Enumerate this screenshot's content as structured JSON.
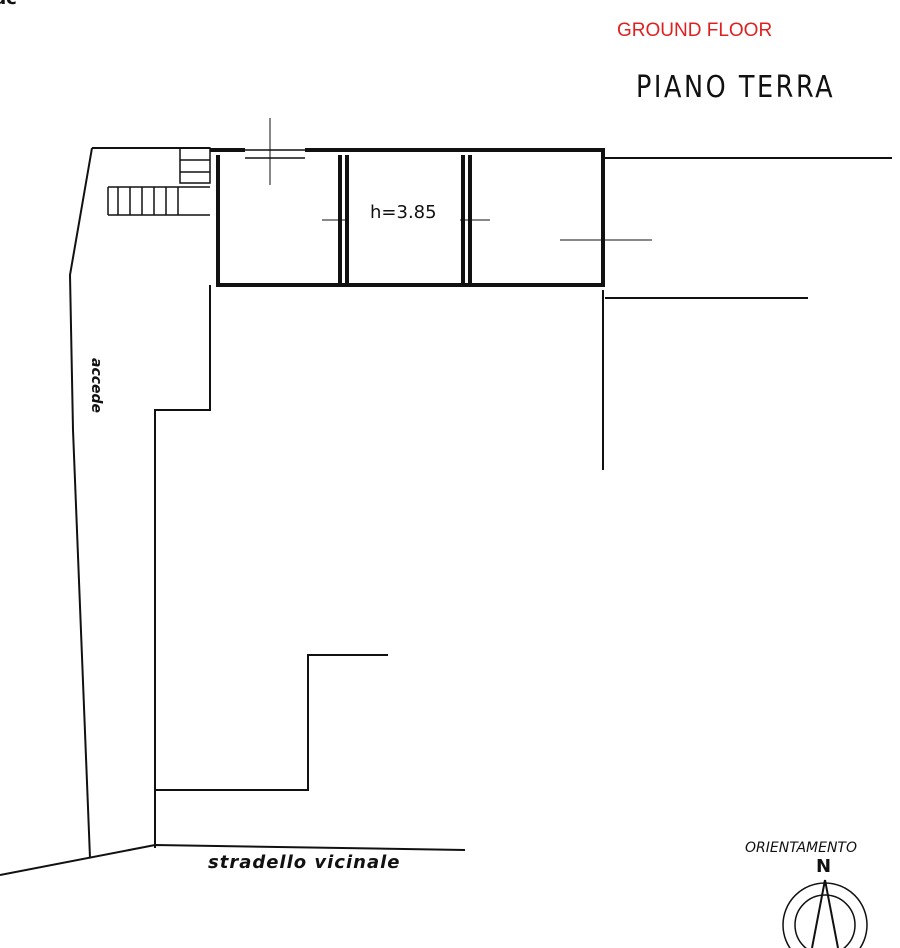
{
  "header": {
    "translation": "GROUND FLOOR",
    "title": "PIANO TERRA",
    "corner_fragment": "ac"
  },
  "plan": {
    "room_height": "h=3.85",
    "side_label": "accede",
    "road_label": "stradello vicinale"
  },
  "compass": {
    "label": "ORIENTAMENTO",
    "north": "N"
  }
}
